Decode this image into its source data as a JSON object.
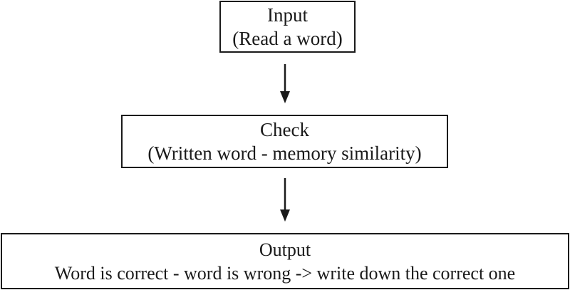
{
  "nodes": {
    "input": {
      "title": "Input",
      "subtitle": "(Read a word)"
    },
    "check": {
      "title": "Check",
      "subtitle": "(Written word - memory similarity)"
    },
    "output": {
      "title": "Output",
      "subtitle": "Word is correct - word is wrong -> write down the correct one"
    }
  },
  "edges": [
    {
      "from": "input",
      "to": "check"
    },
    {
      "from": "check",
      "to": "output"
    }
  ],
  "colors": {
    "stroke": "#1a1a1a",
    "background": "#ffffff"
  },
  "icons": {
    "edge": "arrow-down-icon"
  }
}
